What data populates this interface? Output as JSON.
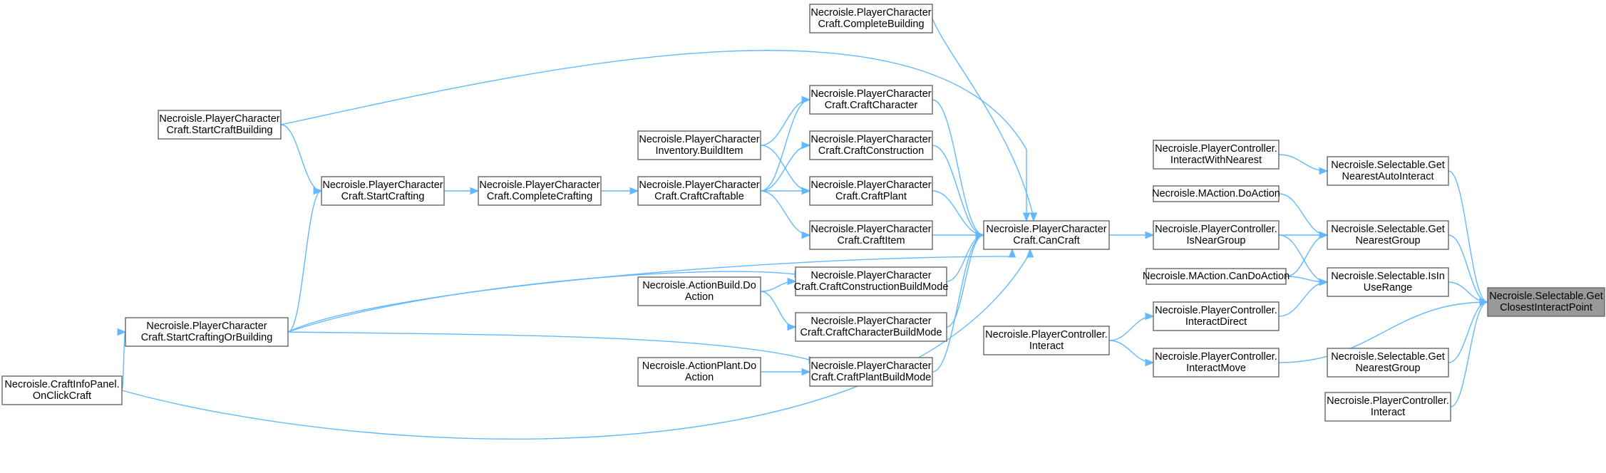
{
  "graph": {
    "edge_color": "#63b8ff",
    "node_border_color": "#666666",
    "root_fill_color": "#999999",
    "nodes": [
      {
        "id": "getClosest",
        "lines": [
          "Necroisle.Selectable.Get",
          "ClosestInteractPoint"
        ],
        "root": true
      },
      {
        "id": "getNearestAuto",
        "lines": [
          "Necroisle.Selectable.Get",
          "NearestAutoInteract"
        ]
      },
      {
        "id": "getNearestGroup1",
        "lines": [
          "Necroisle.Selectable.Get",
          "NearestGroup"
        ]
      },
      {
        "id": "isInUseRange",
        "lines": [
          "Necroisle.Selectable.IsIn",
          "UseRange"
        ]
      },
      {
        "id": "getNearestGroup2",
        "lines": [
          "Necroisle.Selectable.Get",
          "NearestGroup"
        ]
      },
      {
        "id": "pcInteract2",
        "lines": [
          "Necroisle.PlayerController.",
          "Interact"
        ]
      },
      {
        "id": "interactWithNearest",
        "lines": [
          "Necroisle.PlayerController.",
          "InteractWithNearest"
        ]
      },
      {
        "id": "doAction",
        "lines": [
          "Necroisle.MAction.DoAction"
        ]
      },
      {
        "id": "isNearGroup",
        "lines": [
          "Necroisle.PlayerController.",
          "IsNearGroup"
        ]
      },
      {
        "id": "canDoAction",
        "lines": [
          "Necroisle.MAction.CanDoAction"
        ]
      },
      {
        "id": "interactDirect",
        "lines": [
          "Necroisle.PlayerController.",
          "InteractDirect"
        ]
      },
      {
        "id": "interactMove",
        "lines": [
          "Necroisle.PlayerController.",
          "InteractMove"
        ]
      },
      {
        "id": "canCraft",
        "lines": [
          "Necroisle.PlayerCharacter",
          "Craft.CanCraft"
        ]
      },
      {
        "id": "pcInteract1",
        "lines": [
          "Necroisle.PlayerController.",
          "Interact"
        ]
      },
      {
        "id": "completeBuilding",
        "lines": [
          "Necroisle.PlayerCharacter",
          "Craft.CompleteBuilding"
        ]
      },
      {
        "id": "craftCharacter",
        "lines": [
          "Necroisle.PlayerCharacter",
          "Craft.CraftCharacter"
        ]
      },
      {
        "id": "craftConstruction",
        "lines": [
          "Necroisle.PlayerCharacter",
          "Craft.CraftConstruction"
        ]
      },
      {
        "id": "craftPlant",
        "lines": [
          "Necroisle.PlayerCharacter",
          "Craft.CraftPlant"
        ]
      },
      {
        "id": "craftItem",
        "lines": [
          "Necroisle.PlayerCharacter",
          "Craft.CraftItem"
        ]
      },
      {
        "id": "craftConstructionBM",
        "lines": [
          "Necroisle.PlayerCharacter",
          "Craft.CraftConstructionBuildMode"
        ]
      },
      {
        "id": "craftCharacterBM",
        "lines": [
          "Necroisle.PlayerCharacter",
          "Craft.CraftCharacterBuildMode"
        ]
      },
      {
        "id": "craftPlantBM",
        "lines": [
          "Necroisle.PlayerCharacter",
          "Craft.CraftPlantBuildMode"
        ]
      },
      {
        "id": "buildItem",
        "lines": [
          "Necroisle.PlayerCharacter",
          "Inventory.BuildItem"
        ]
      },
      {
        "id": "craftCraftable",
        "lines": [
          "Necroisle.PlayerCharacter",
          "Craft.CraftCraftable"
        ]
      },
      {
        "id": "actionBuild",
        "lines": [
          "Necroisle.ActionBuild.Do",
          "Action"
        ]
      },
      {
        "id": "actionPlant",
        "lines": [
          "Necroisle.ActionPlant.Do",
          "Action"
        ]
      },
      {
        "id": "completeCrafting",
        "lines": [
          "Necroisle.PlayerCharacter",
          "Craft.CompleteCrafting"
        ]
      },
      {
        "id": "startCrafting",
        "lines": [
          "Necroisle.PlayerCharacter",
          "Craft.StartCrafting"
        ]
      },
      {
        "id": "startCraftBuilding",
        "lines": [
          "Necroisle.PlayerCharacter",
          "Craft.StartCraftBuilding"
        ]
      },
      {
        "id": "startCraftingOrBuilding",
        "lines": [
          "Necroisle.PlayerCharacter",
          "Craft.StartCraftingOrBuilding"
        ]
      },
      {
        "id": "onClickCraft",
        "lines": [
          "Necroisle.CraftInfoPanel.",
          "OnClickCraft"
        ]
      }
    ],
    "edges": [
      {
        "from": "getNearestAuto",
        "to": "getClosest"
      },
      {
        "from": "getNearestGroup1",
        "to": "getClosest"
      },
      {
        "from": "isInUseRange",
        "to": "getClosest"
      },
      {
        "from": "getNearestGroup2",
        "to": "getClosest"
      },
      {
        "from": "pcInteract2",
        "to": "getClosest"
      },
      {
        "from": "interactMove",
        "to": "getClosest"
      },
      {
        "from": "interactWithNearest",
        "to": "getNearestAuto"
      },
      {
        "from": "doAction",
        "to": "getNearestGroup1"
      },
      {
        "from": "isNearGroup",
        "to": "getNearestGroup1"
      },
      {
        "from": "canDoAction",
        "to": "getNearestGroup1"
      },
      {
        "from": "isNearGroup",
        "to": "isInUseRange"
      },
      {
        "from": "canDoAction",
        "to": "isInUseRange"
      },
      {
        "from": "interactDirect",
        "to": "isInUseRange"
      },
      {
        "from": "canCraft",
        "to": "isNearGroup"
      },
      {
        "from": "pcInteract1",
        "to": "interactDirect"
      },
      {
        "from": "pcInteract1",
        "to": "interactMove"
      },
      {
        "from": "completeBuilding",
        "to": "canCraft"
      },
      {
        "from": "craftCharacter",
        "to": "canCraft"
      },
      {
        "from": "craftConstruction",
        "to": "canCraft"
      },
      {
        "from": "craftPlant",
        "to": "canCraft"
      },
      {
        "from": "craftItem",
        "to": "canCraft"
      },
      {
        "from": "craftConstructionBM",
        "to": "canCraft"
      },
      {
        "from": "craftCharacterBM",
        "to": "canCraft"
      },
      {
        "from": "craftPlantBM",
        "to": "canCraft"
      },
      {
        "from": "startCraftBuilding",
        "to": "canCraft"
      },
      {
        "from": "startCraftingOrBuilding",
        "to": "canCraft"
      },
      {
        "from": "onClickCraft",
        "to": "canCraft"
      },
      {
        "from": "buildItem",
        "to": "craftCharacter"
      },
      {
        "from": "craftCraftable",
        "to": "craftCharacter"
      },
      {
        "from": "buildItem",
        "to": "craftPlant"
      },
      {
        "from": "craftCraftable",
        "to": "craftConstruction"
      },
      {
        "from": "craftCraftable",
        "to": "craftPlant"
      },
      {
        "from": "craftCraftable",
        "to": "craftItem"
      },
      {
        "from": "completeCrafting",
        "to": "craftCraftable"
      },
      {
        "from": "startCrafting",
        "to": "completeCrafting"
      },
      {
        "from": "startCraftBuilding",
        "to": "startCrafting"
      },
      {
        "from": "startCraftingOrBuilding",
        "to": "startCrafting"
      },
      {
        "from": "startCraftingOrBuilding",
        "to": "craftConstructionBM"
      },
      {
        "from": "actionBuild",
        "to": "craftConstructionBM"
      },
      {
        "from": "actionBuild",
        "to": "craftCharacterBM"
      },
      {
        "from": "startCraftingOrBuilding",
        "to": "craftPlantBM"
      },
      {
        "from": "actionPlant",
        "to": "craftPlantBM"
      },
      {
        "from": "onClickCraft",
        "to": "startCraftingOrBuilding"
      }
    ]
  }
}
